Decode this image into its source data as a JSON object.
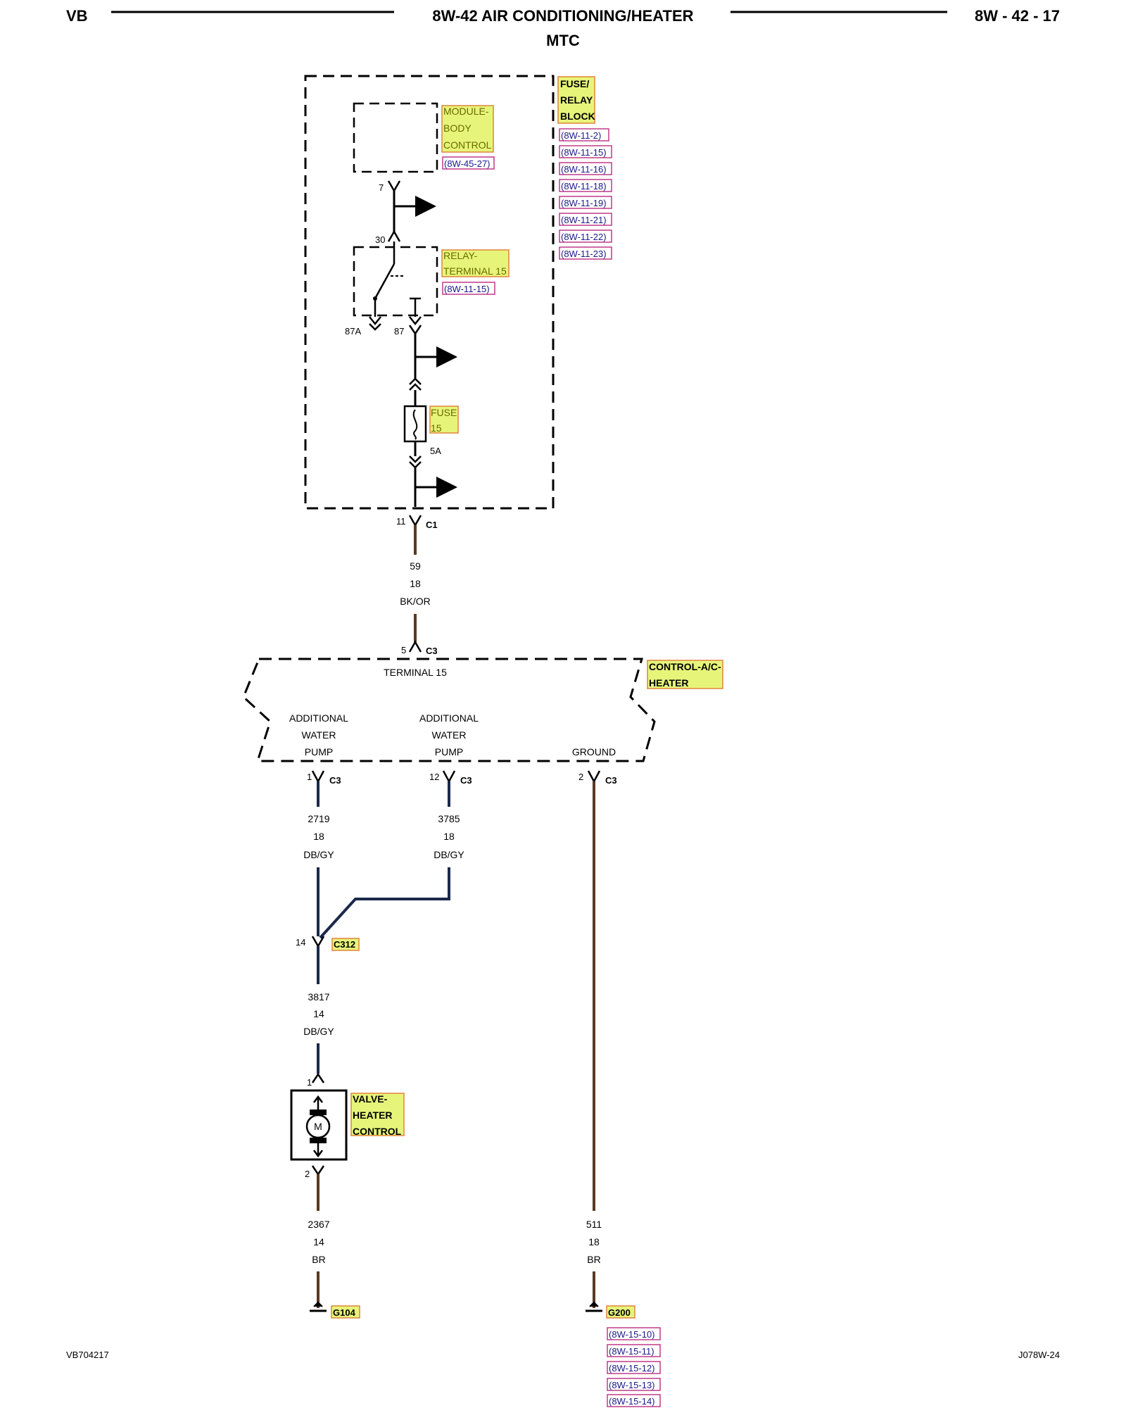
{
  "header": {
    "left": "VB",
    "title": "8W-42 AIR CONDITIONING/HEATER",
    "subtitle": "MTC",
    "page": "8W - 42 - 17"
  },
  "fuse_relay_block": {
    "label": [
      "FUSE/",
      "RELAY",
      "BLOCK"
    ],
    "refs": [
      "(8W-11-2)",
      "(8W-11-15)",
      "(8W-11-16)",
      "(8W-11-18)",
      "(8W-11-19)",
      "(8W-11-21)",
      "(8W-11-22)",
      "(8W-11-23)"
    ]
  },
  "module_body_control": {
    "label": [
      "MODULE-",
      "BODY",
      "CONTROL"
    ],
    "ref": "(8W-45-27)",
    "pin": "7"
  },
  "relay": {
    "label": [
      "RELAY-",
      "TERMINAL 15"
    ],
    "ref": "(8W-11-15)",
    "pin_30": "30",
    "pin_87a": "87A",
    "pin_87": "87"
  },
  "fuse": {
    "label": [
      "FUSE",
      "15"
    ],
    "rating": "5A"
  },
  "wire_59": {
    "pin": "11",
    "connector": "C1",
    "circuit": "59",
    "gauge": "18",
    "color": "BK/OR"
  },
  "control_module": {
    "label": [
      "CONTROL-A/C-",
      "HEATER"
    ],
    "input_pin": "5",
    "input_connector": "C3",
    "terminal_label": "TERMINAL 15",
    "outputs": [
      {
        "label": [
          "ADDITIONAL",
          "WATER",
          "PUMP"
        ],
        "pin": "1",
        "connector": "C3"
      },
      {
        "label": [
          "ADDITIONAL",
          "WATER",
          "PUMP"
        ],
        "pin": "12",
        "connector": "C3"
      },
      {
        "label": [
          "GROUND"
        ],
        "pin": "2",
        "connector": "C3"
      }
    ]
  },
  "wires": {
    "w2719": {
      "circuit": "2719",
      "gauge": "18",
      "color": "DB/GY"
    },
    "w3785": {
      "circuit": "3785",
      "gauge": "18",
      "color": "DB/GY"
    },
    "w3817": {
      "circuit": "3817",
      "gauge": "14",
      "color": "DB/GY"
    },
    "w2367": {
      "circuit": "2367",
      "gauge": "14",
      "color": "BR"
    },
    "w511": {
      "circuit": "511",
      "gauge": "18",
      "color": "BR"
    }
  },
  "splice": {
    "pin": "14",
    "connector": "C312"
  },
  "valve": {
    "label": [
      "VALVE-",
      "HEATER",
      "CONTROL"
    ],
    "pin_top": "1",
    "pin_bottom": "2",
    "motor": "M"
  },
  "grounds": {
    "g104": "G104",
    "g200": "G200",
    "g200_refs": [
      "(8W-15-10)",
      "(8W-15-11)",
      "(8W-15-12)",
      "(8W-15-13)",
      "(8W-15-14)"
    ]
  },
  "footer": {
    "left": "VB704217",
    "right": "J078W-24"
  },
  "colors": {
    "highlight": "#e6f57a",
    "highlight_border": "#e0843a",
    "ref_border": "#c03a8a",
    "wire_blue": "#1b2a4a",
    "wire_brown": "#5a3a22",
    "wire_black": "#111111"
  }
}
